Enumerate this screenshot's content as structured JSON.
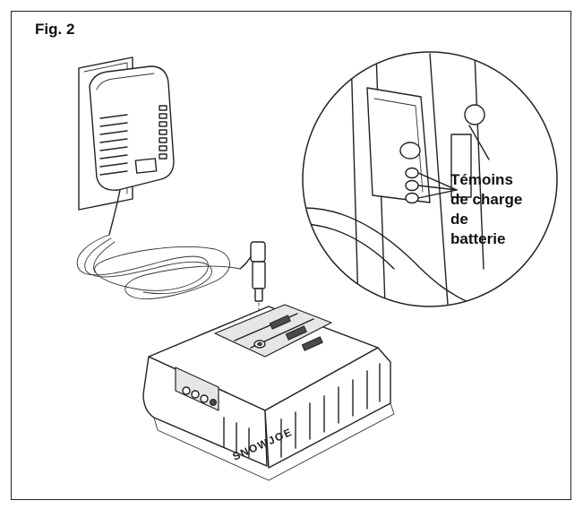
{
  "figure": {
    "label": "Fig. 2"
  },
  "callout": {
    "lines": [
      "Témoins",
      "de charge",
      "de",
      "batterie"
    ]
  },
  "battery": {
    "brand": "SNOWJOE"
  }
}
